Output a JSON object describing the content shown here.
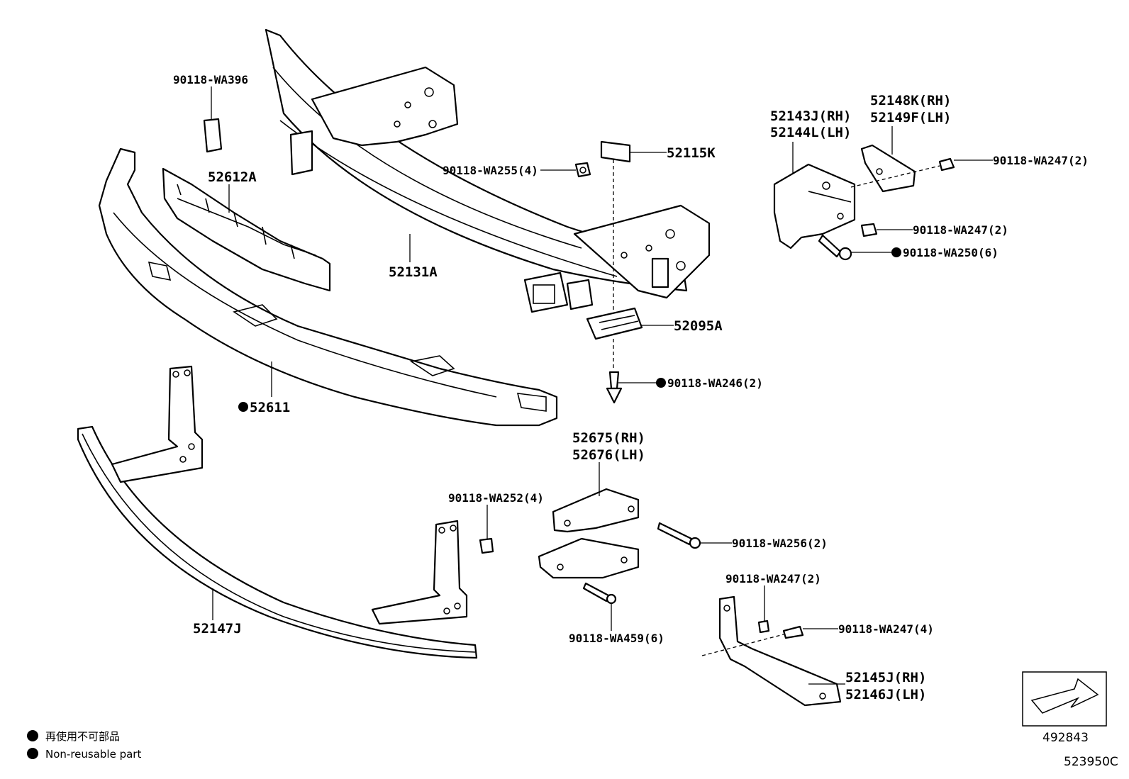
{
  "labels": {
    "p_90118_WA396": "90118-WA396",
    "p_52612A": "52612A",
    "p_52131A": "52131A",
    "p_52611": "52611",
    "p_52147J": "52147J",
    "p_90118_WA255": "90118-WA255(4)",
    "p_52115K": "52115K",
    "p_52095A": "52095A",
    "p_90118_WA246": "90118-WA246(2)",
    "p_52143J": "52143J(RH)",
    "p_52144L": "52144L(LH)",
    "p_52148K": "52148K(RH)",
    "p_52149F": "52149F(LH)",
    "p_90118_WA247_a": "90118-WA247(2)",
    "p_90118_WA247_b": "90118-WA247(2)",
    "p_90118_WA250": "90118-WA250(6)",
    "p_52675": "52675(RH)",
    "p_52676": "52676(LH)",
    "p_90118_WA252": "90118-WA252(4)",
    "p_90118_WA256": "90118-WA256(2)",
    "p_90118_WA459": "90118-WA459(6)",
    "p_90118_WA247_c": "90118-WA247(2)",
    "p_90118_WA247_d": "90118-WA247(4)",
    "p_52145J": "52145J(RH)",
    "p_52146J": "52146J(LH)"
  },
  "legend": {
    "japanese": "再使用不可部品",
    "english": "Non-reusable part"
  },
  "reference": {
    "figure_number": "492843",
    "diagram_code": "523950C"
  }
}
